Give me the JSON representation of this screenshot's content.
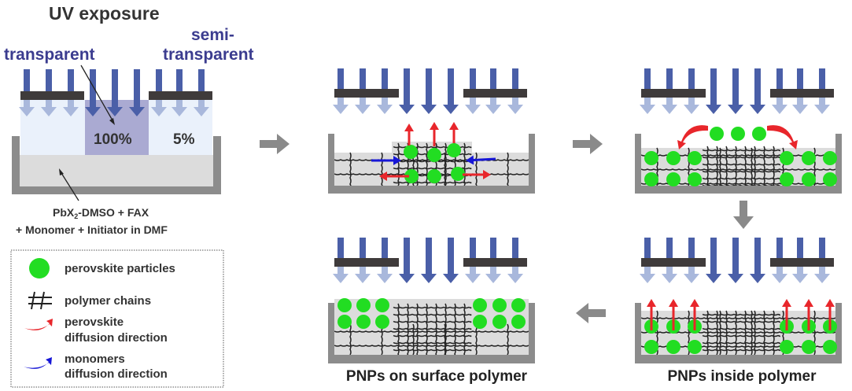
{
  "panel1": {
    "title": "UV exposure",
    "label_transparent": "transparent",
    "label_semi_1": "semi-",
    "label_semi_2": "transparent",
    "pct_center": "100%",
    "pct_side": "5%",
    "solution_line1": "PbX",
    "solution_sub": "2",
    "solution_line1b": "-DMSO + FAX",
    "solution_line2": "+ Monomer + Initiator in DMF"
  },
  "captions": {
    "inside": "PNPs inside polymer",
    "surface": "PNPs on surface polymer"
  },
  "legend": {
    "particles": "perovskite particles",
    "chains": "polymer chains",
    "perovskite_diff_1": "perovskite",
    "perovskite_diff_2": "diffusion direction",
    "monomer_diff_1": "monomers",
    "monomer_diff_2": "diffusion direction"
  },
  "colors": {
    "uv_arrow": "#4a5fa8",
    "uv_arrow_light": "#a9b8dc",
    "mask": "#3f3b3b",
    "container": "#8c8c8c",
    "liquid": "#dcdcdc",
    "particle": "#22dd22",
    "perovskite_arrow": "#e8262b",
    "monomer_arrow": "#1616d6",
    "label_blue": "#3b3c8f",
    "flow_arrow": "#8a8a8a"
  }
}
